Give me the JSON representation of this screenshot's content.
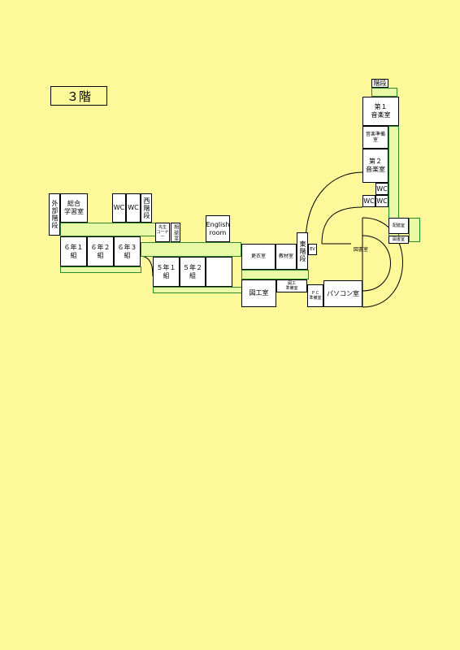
{
  "floor": {
    "label": "３階"
  },
  "rooms": {
    "stair_top": "階段",
    "music1": "第１\n音楽室",
    "music_prep": "音楽準備\n室",
    "music2": "第２\n音楽室",
    "wc_a": "WC",
    "wc_b": "WC",
    "wc_c": "WC",
    "ext_stairs": "外部階段",
    "general_study": "総合\n学習室",
    "wc_d": "WC",
    "wc_e": "WC",
    "west_stairs": "西階段",
    "teacher_corner": "先生\nコーナー",
    "consult_room": "相談室",
    "english_room": "English\nroom",
    "class_6_1": "６年１組",
    "class_6_2": "６年２組",
    "class_6_3": "６年３組",
    "class_5_1": "５年１組",
    "class_5_2": "５年２組",
    "changing_room": "更衣室",
    "materials_room": "教材室",
    "east_stairs": "東階段",
    "ev": "EV",
    "library": "図書室",
    "distribution": "配膳室",
    "library_small": "図書室",
    "art_room": "図工室",
    "art_prep": "図工\n準備室",
    "pc_prep": "ＰＣ\n準備室",
    "computer_room": "パソコン室"
  }
}
